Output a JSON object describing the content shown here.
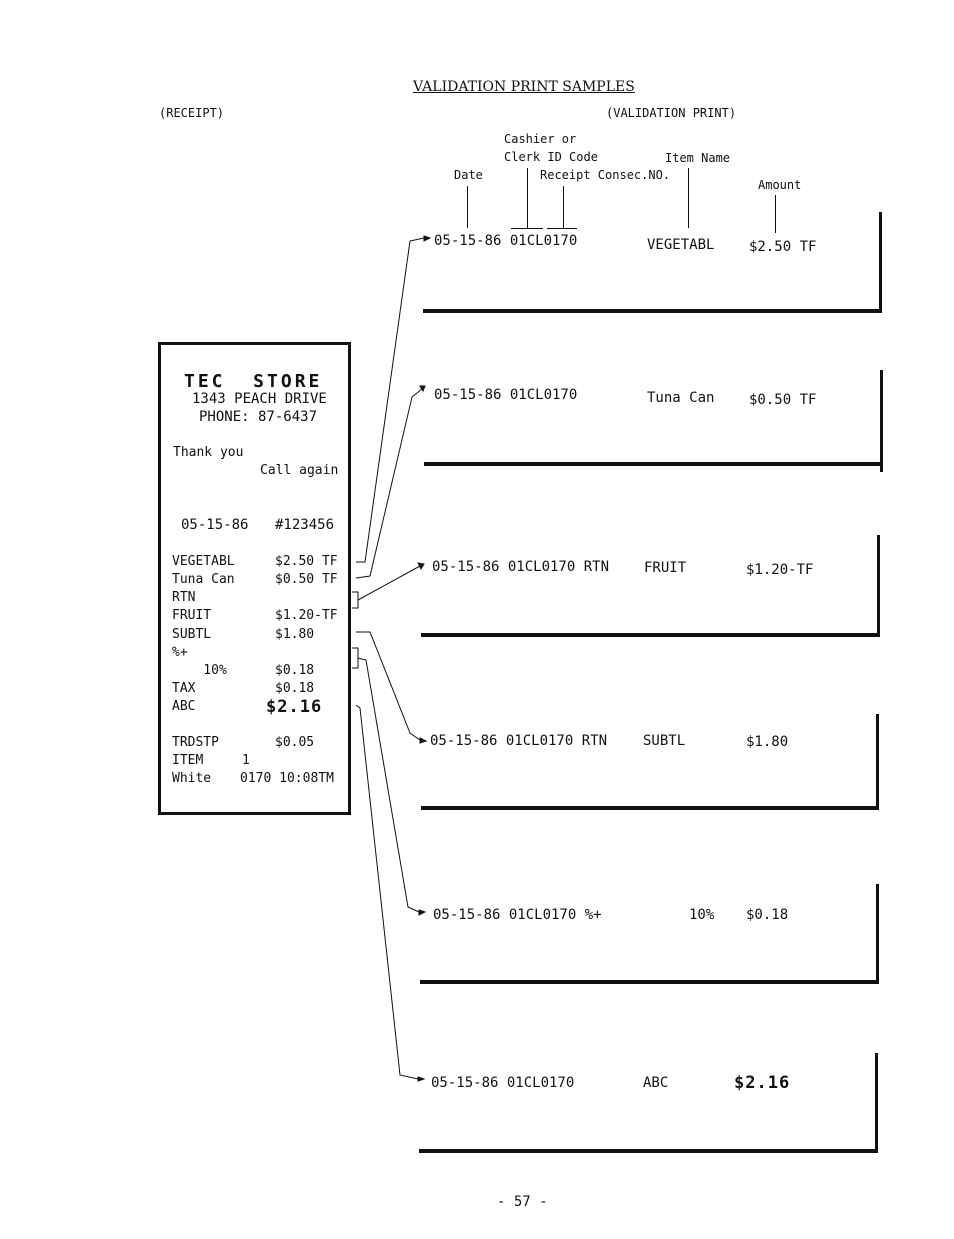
{
  "header": {
    "title": "VALIDATION PRINT SAMPLES",
    "receipt_label": "(RECEIPT)",
    "validation_label": "(VALIDATION PRINT)"
  },
  "legend": {
    "date": "Date",
    "cashier_line1": "Cashier or",
    "cashier_line2": "Clerk ID Code",
    "receipt_consec": "Receipt Consec.NO.",
    "item_name": "Item Name",
    "amount": "Amount"
  },
  "receipt": {
    "store_name": "TEC  STORE",
    "address": "1343 PEACH DRIVE",
    "phone": "PHONE: 87-6437",
    "thank_you": "Thank you",
    "call_again": "Call again",
    "date": "05-15-86",
    "number": "#123456",
    "lines": [
      {
        "label": "VEGETABL",
        "value": "$2.50 TF"
      },
      {
        "label": "Tuna Can",
        "value": "$0.50 TF"
      },
      {
        "label": "RTN",
        "value": ""
      },
      {
        "label": "FRUIT",
        "value": "$1.20-TF"
      },
      {
        "label": "SUBTL",
        "value": "$1.80"
      },
      {
        "label": "%+",
        "value": ""
      },
      {
        "label": "    10%",
        "value": "$0.18"
      },
      {
        "label": "TAX",
        "value": "$0.18"
      },
      {
        "label": "ABC",
        "value": "$2.16"
      }
    ],
    "trdstp_label": "TRDSTP",
    "trdstp_value": "$0.05",
    "item_label": "ITEM",
    "item_value": "1",
    "footer_name": "White",
    "footer_info": "0170 10:08TM"
  },
  "validations": [
    {
      "text": "05-15-86 01CL0170",
      "item": "VEGETABL",
      "amount": "$2.50 TF"
    },
    {
      "text": "05-15-86 01CL0170",
      "item": "Tuna Can",
      "amount": "$0.50 TF"
    },
    {
      "text": "05-15-86 01CL0170 RTN",
      "item": "FRUIT",
      "amount": "$1.20-TF"
    },
    {
      "text": "05-15-86 01CL0170 RTN",
      "item": "SUBTL",
      "amount": "$1.80"
    },
    {
      "text": "05-15-86 01CL0170 %+",
      "item": "10%",
      "amount": "$0.18"
    },
    {
      "text": "05-15-86 01CL0170",
      "item": "ABC",
      "amount": "$2.16"
    }
  ],
  "page_number": "- 57 -"
}
